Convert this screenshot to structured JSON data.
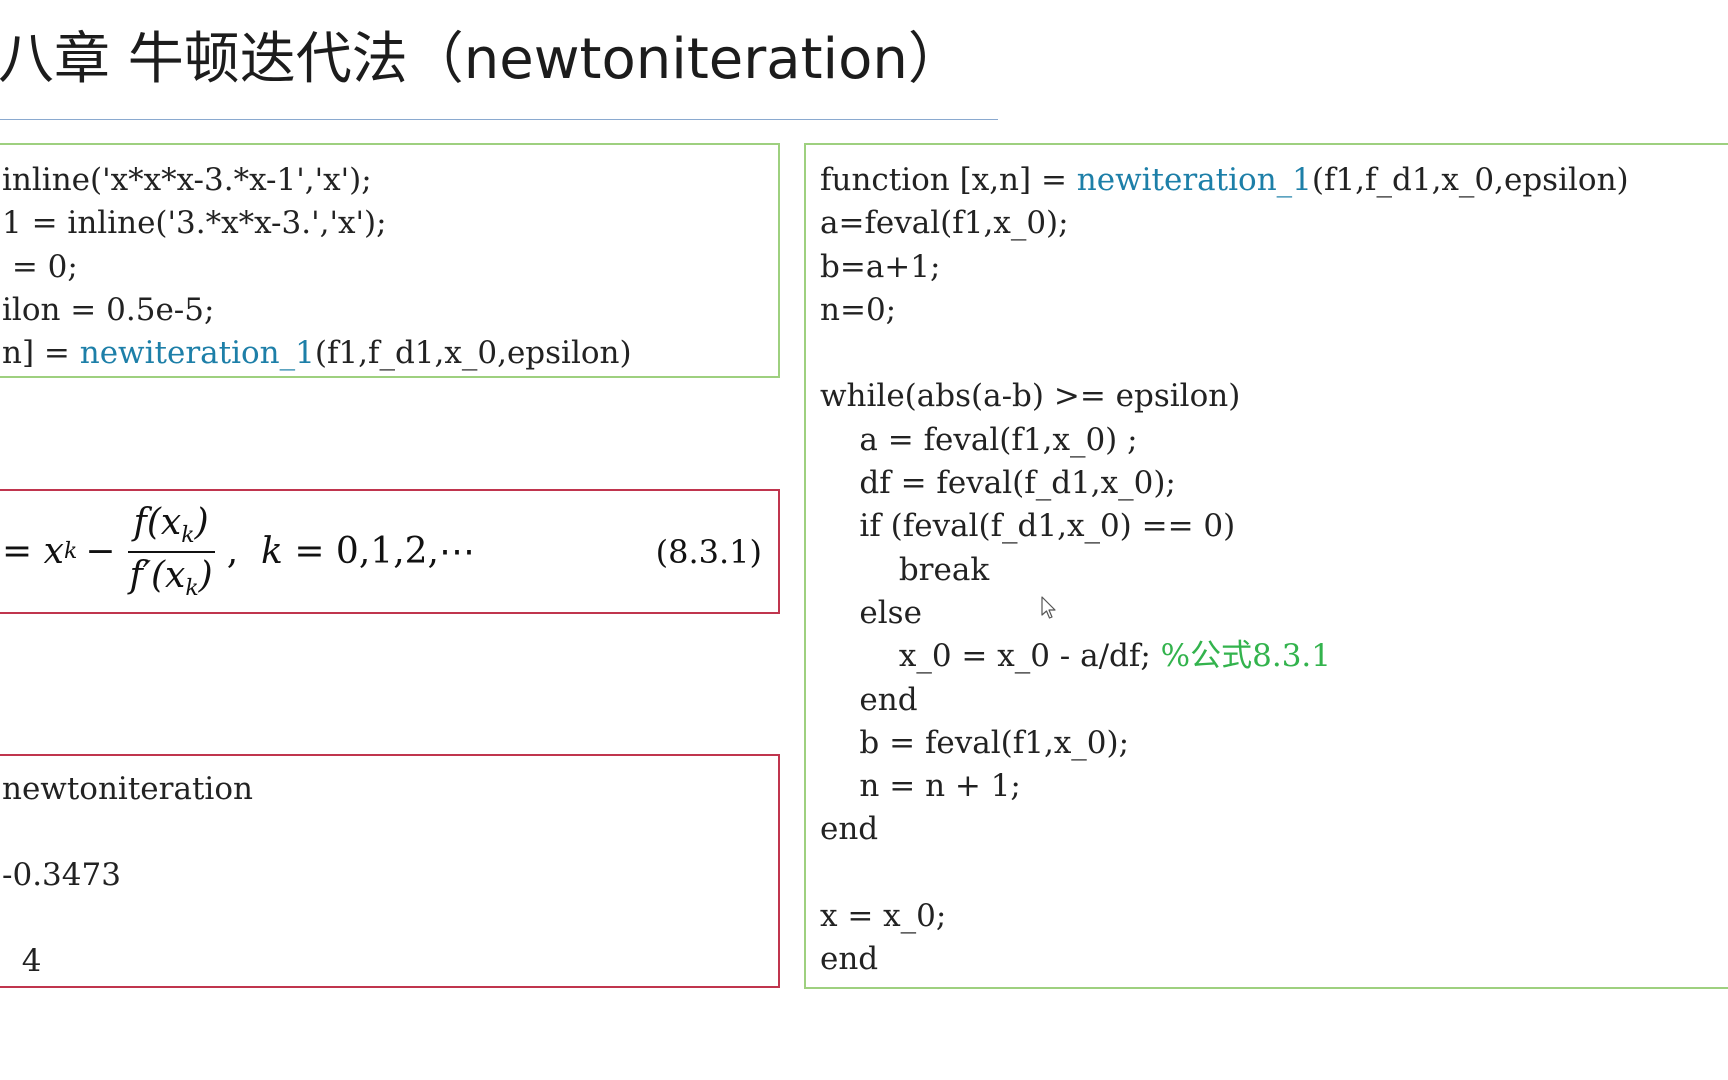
{
  "title": "八章 牛顿迭代法（newtoniteration）",
  "script_lines": [
    {
      "pre": "inline('x*x*x-3.*x-1','x');",
      "link": "",
      "post": ""
    },
    {
      "pre": "1 = inline('3.*x*x-3.','x');",
      "link": "",
      "post": ""
    },
    {
      "pre": " = 0;",
      "link": "",
      "post": ""
    },
    {
      "pre": "ilon = 0.5e-5;",
      "link": "",
      "post": ""
    },
    {
      "pre": "n] = ",
      "link": "newiteration_1",
      "post": "(f1,f_d1,x_0,epsilon)"
    }
  ],
  "formula": {
    "lhs_eq": "=",
    "x": "x",
    "sub": "k",
    "minus": "−",
    "num": "f(x",
    "num_close": ")",
    "den": "f′(x",
    "den_close": ")",
    "sep": ",",
    "k": "k",
    "range": "= 0,1,2,⋯",
    "eq_number": "(8.3.1)"
  },
  "output_lines": [
    "newtoniteration",
    "",
    "-0.3473",
    "",
    "  4"
  ],
  "function_lines": [
    {
      "pre": "function [x,n] = ",
      "link": "newiteration_1",
      "post": "(f1,f_d1,x_0,epsilon)",
      "comment": ""
    },
    {
      "pre": "a=feval(f1,x_0);",
      "link": "",
      "post": "",
      "comment": ""
    },
    {
      "pre": "b=a+1;",
      "link": "",
      "post": "",
      "comment": ""
    },
    {
      "pre": "n=0;",
      "link": "",
      "post": "",
      "comment": ""
    },
    {
      "pre": "",
      "link": "",
      "post": "",
      "comment": ""
    },
    {
      "pre": "while(abs(a-b) >= epsilon)",
      "link": "",
      "post": "",
      "comment": ""
    },
    {
      "pre": "    a = feval(f1,x_0) ;",
      "link": "",
      "post": "",
      "comment": ""
    },
    {
      "pre": "    df = feval(f_d1,x_0);",
      "link": "",
      "post": "",
      "comment": ""
    },
    {
      "pre": "    if (feval(f_d1,x_0) == 0)",
      "link": "",
      "post": "",
      "comment": ""
    },
    {
      "pre": "        break",
      "link": "",
      "post": "",
      "comment": ""
    },
    {
      "pre": "    else",
      "link": "",
      "post": "",
      "comment": ""
    },
    {
      "pre": "        x_0 = x_0 - a/df; ",
      "link": "",
      "post": "",
      "comment": "%公式8.3.1"
    },
    {
      "pre": "    end",
      "link": "",
      "post": "",
      "comment": ""
    },
    {
      "pre": "    b = feval(f1,x_0);",
      "link": "",
      "post": "",
      "comment": ""
    },
    {
      "pre": "    n = n + 1;",
      "link": "",
      "post": "",
      "comment": ""
    },
    {
      "pre": "end",
      "link": "",
      "post": "",
      "comment": ""
    },
    {
      "pre": "",
      "link": "",
      "post": "",
      "comment": ""
    },
    {
      "pre": "x = x_0;",
      "link": "",
      "post": "",
      "comment": ""
    },
    {
      "pre": "end",
      "link": "",
      "post": "",
      "comment": ""
    }
  ],
  "colors": {
    "code_link": "#1d7fa8",
    "code_comment": "#33b34d",
    "green_border": "#9ed07f",
    "red_border": "#c0354e",
    "title_rule": "#8aa9cf"
  }
}
